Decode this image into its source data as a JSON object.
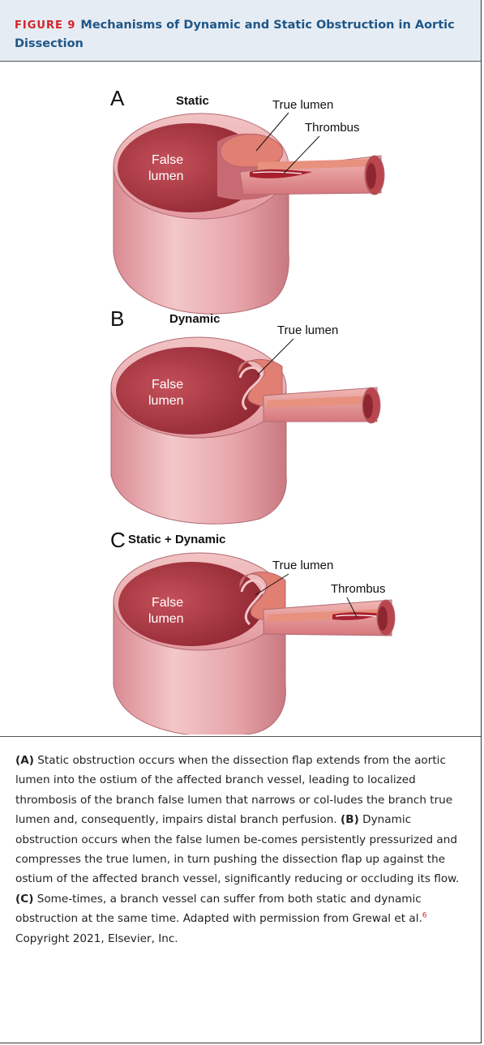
{
  "figure": {
    "label": "FIGURE 9",
    "title": "Mechanisms of Dynamic and Static Obstruction in Aortic Dissection"
  },
  "panels": [
    {
      "letter": "A",
      "title": "Static",
      "false_lumen_line1": "False",
      "false_lumen_line2": "lumen",
      "annotations": [
        "True lumen",
        "Thrombus"
      ]
    },
    {
      "letter": "B",
      "title": "Dynamic",
      "false_lumen_line1": "False",
      "false_lumen_line2": "lumen",
      "annotations": [
        "True lumen"
      ]
    },
    {
      "letter": "C",
      "title": "Static + Dynamic",
      "false_lumen_line1": "False",
      "false_lumen_line2": "lumen",
      "annotations": [
        "True lumen",
        "Thrombus"
      ]
    }
  ],
  "caption": {
    "a_label": "(A)",
    "a_text": " Static obstruction occurs when the dissection flap extends from the aortic lumen into the ostium of the affected branch vessel, leading to localized thrombosis of the branch false lumen that narrows or col-ludes the branch true lumen and, consequently, impairs distal branch perfusion. ",
    "b_label": "(B)",
    "b_text": " Dynamic obstruction occurs when the false lumen be-comes persistently pressurized and compresses the true lumen, in turn pushing the dissection flap up against the ostium of the affected branch vessel, significantly reducing or occluding its flow. ",
    "c_label": "(C)",
    "c_text": " Some-times, a branch vessel can suffer from both static and dynamic obstruction at the same time. Adapted with permission from Grewal et al.",
    "reference": "6",
    "copyright": " Copyright 2021, Elsevier, Inc."
  },
  "colors": {
    "header_bg": "#e5ecf3",
    "title_blue": "#1f5687",
    "label_red": "#d3232a",
    "outer_wall": "#e6a3a8",
    "inner_wall": "#c86a73",
    "lumen_dark": "#a7343f",
    "true_lumen": "#e07f72"
  }
}
